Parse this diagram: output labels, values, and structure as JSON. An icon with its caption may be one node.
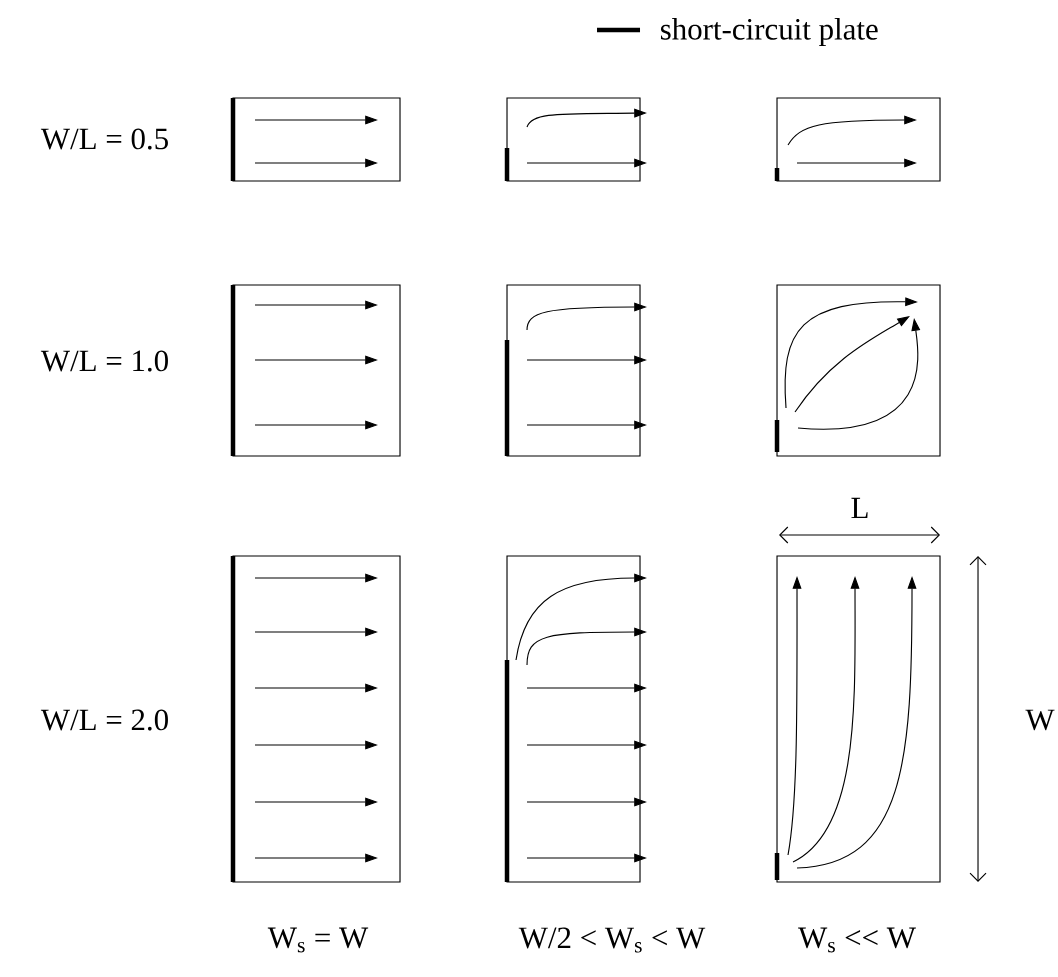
{
  "diagram": {
    "labels": [
      "W/L = 0.5",
      "W/L = 1.0",
      "W/L = 2.0",
      "W$_{s}$ = W",
      "W/2 < W$_{s}$ < W",
      "W$_{s}$ << W",
      "L",
      "W"
    ],
    "legend": [
      {
        "text": "short-circuit plate"
      }
    ]
  }
}
